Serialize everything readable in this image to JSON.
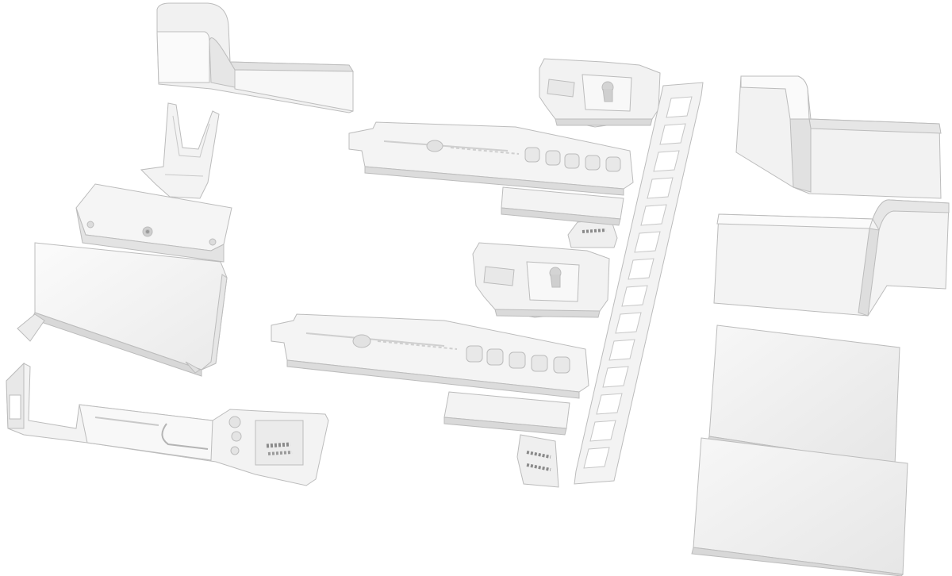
{
  "photo": {
    "background_color": "#ffffff",
    "part_colors": {
      "face": "#f4f4f4",
      "light": "#fbfbfb",
      "mid": "#e9e9e9",
      "shade": "#d9d9d9",
      "edge": "#b9b9b9",
      "dark": "#8c8c8c"
    },
    "parts": [
      "end-cap-small",
      "mounting-clip-tall",
      "slide-bracket-left",
      "mounting-rail-upper",
      "mounting-rail-lower",
      "latch-bracket-upper",
      "latch-bracket-lower",
      "ladder-sprue",
      "screw-pack-upper",
      "screw-pack-middle",
      "screw-pack-lower",
      "spacer-strip-upper",
      "spacer-strip-lower",
      "handle-cover-upper",
      "handle-cover-lower",
      "flat-panel-upper",
      "flat-panel-lower"
    ]
  }
}
